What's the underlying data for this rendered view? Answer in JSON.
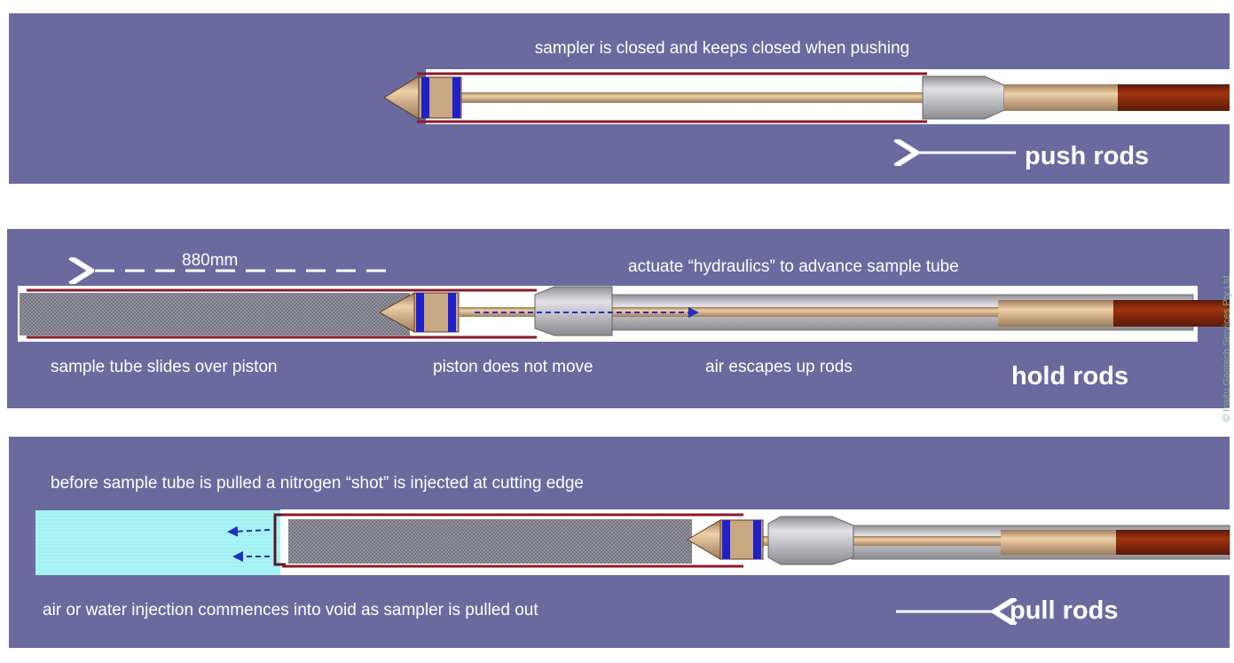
{
  "panels": [
    {
      "caption": "sampler is closed and keeps closed when pushing",
      "action": "push rods"
    },
    {
      "distance": "880mm",
      "caption": "actuate “hydraulics” to advance sample tube",
      "label_left": "sample tube slides over piston",
      "label_mid": "piston does not move",
      "label_right": "air escapes up rods",
      "action": "hold rods"
    },
    {
      "caption": "before sample tube is pulled a nitrogen “shot” is injected at cutting edge",
      "label_bottom": "air or water injection commences into void as sampler is pulled out",
      "action": "pull rods"
    }
  ],
  "watermark": "© Insitu Geotech Services Pty Ltd",
  "colors": {
    "panel": "#6b6a9f",
    "tube_wall": "#8b1a2a",
    "rod_tan": "#d9b48c",
    "rod_brown": "#8a2a10",
    "piston_blue": "#2020c8",
    "void_cyan": "#a8f4f6",
    "head_grey": "#b8b8bc"
  }
}
